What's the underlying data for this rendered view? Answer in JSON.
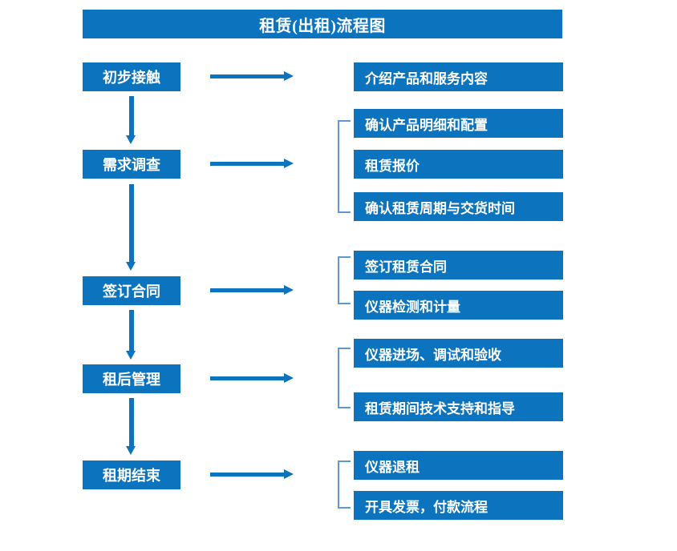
{
  "diagram": {
    "title": "租赁(出租)流程图",
    "colors": {
      "box_blue": "#0C74BE",
      "bracket_blue": "#5B9BD5",
      "box_text": "#FFFFFF",
      "background": "#FFFFFF"
    },
    "stages": [
      {
        "label": "初步接触"
      },
      {
        "label": "需求调查"
      },
      {
        "label": "签订合同"
      },
      {
        "label": "租后管理"
      },
      {
        "label": "租期结束"
      }
    ],
    "tasks": [
      {
        "label": "介绍产品和服务内容"
      },
      {
        "label": "确认产品明细和配置"
      },
      {
        "label": "租赁报价"
      },
      {
        "label": "确认租赁周期与交货时间"
      },
      {
        "label": "签订租赁合同"
      },
      {
        "label": "仪器检测和计量"
      },
      {
        "label": "仪器进场、调试和验收"
      },
      {
        "label": "租赁期间技术支持和指导"
      },
      {
        "label": "仪器退租"
      },
      {
        "label": "开具发票，付款流程"
      }
    ],
    "connector_labels": {
      "down_arrow": "down-flow-arrow",
      "right_arrow": "right-flow-arrow",
      "group_bracket": "group-bracket"
    }
  }
}
